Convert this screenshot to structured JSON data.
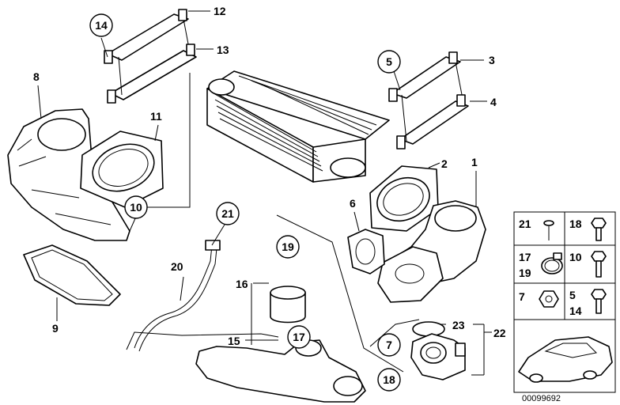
{
  "diagram": {
    "labels": {
      "l1": "1",
      "l2": "2",
      "l3": "3",
      "l4": "4",
      "l5": "5",
      "l6": "6",
      "l7": "7",
      "l8": "8",
      "l9": "9",
      "l10": "10",
      "l11": "11",
      "l12": "12",
      "l13": "13",
      "l14": "14",
      "l15": "15",
      "l16": "16",
      "l17": "17",
      "l18": "18",
      "l19": "19",
      "l20": "20",
      "l21": "21",
      "l22": "22",
      "l23": "23"
    },
    "hardware_panel": {
      "c21": "21",
      "c18": "18",
      "c17": "17",
      "c19": "19",
      "c10": "10",
      "c7": "7",
      "c5": "5",
      "c14": "14"
    },
    "catalog_number": "00099692"
  }
}
